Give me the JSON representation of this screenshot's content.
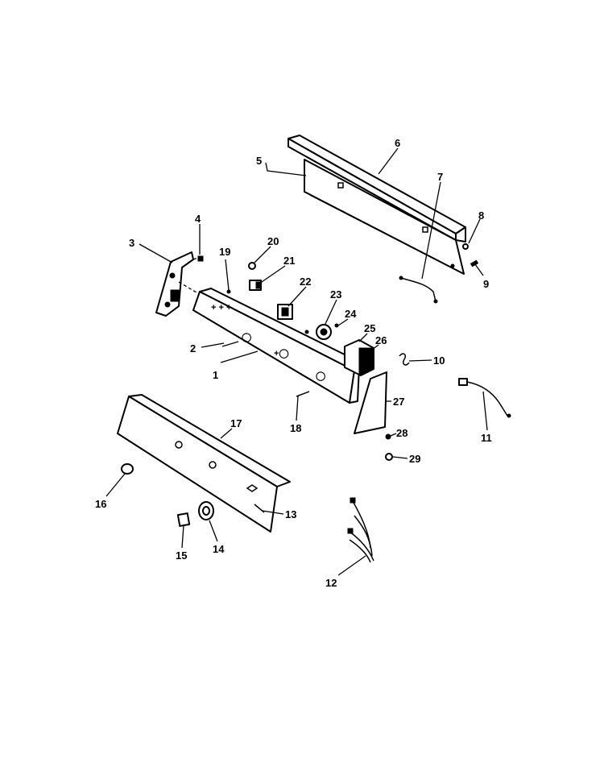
{
  "labels": {
    "p1": "1",
    "p2": "2",
    "p3": "3",
    "p4": "4",
    "p5": "5",
    "p6": "6",
    "p7": "7",
    "p8": "8",
    "p9": "9",
    "p10": "10",
    "p11": "11",
    "p12": "12",
    "p13": "13",
    "p14": "14",
    "p15": "15",
    "p16": "16",
    "p17": "17",
    "p18": "18",
    "p19": "19",
    "p20": "20",
    "p21": "21",
    "p22": "22",
    "p23": "23",
    "p24": "24",
    "p25": "25",
    "p26": "26",
    "p27": "27",
    "p28": "28",
    "p29": "29"
  }
}
